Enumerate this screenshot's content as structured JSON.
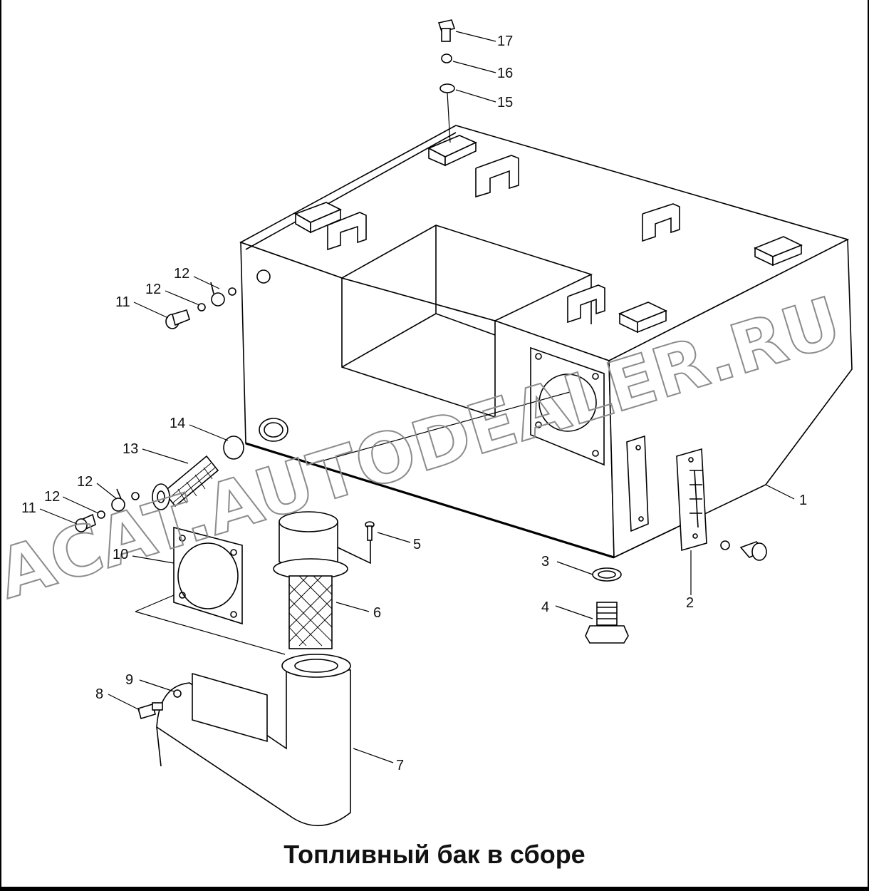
{
  "title": "Топливный бак в сборе",
  "watermark": "ACAT.AUTODEALER.RU",
  "callouts": [
    "17",
    "16",
    "15",
    "12",
    "12",
    "11",
    "14",
    "13",
    "12",
    "12",
    "11",
    "10",
    "5",
    "6",
    "9",
    "8",
    "7",
    "1",
    "3",
    "4",
    "2"
  ],
  "colors": {
    "line": "#000000",
    "background": "#ffffff",
    "watermark": "#8c8c8c"
  }
}
